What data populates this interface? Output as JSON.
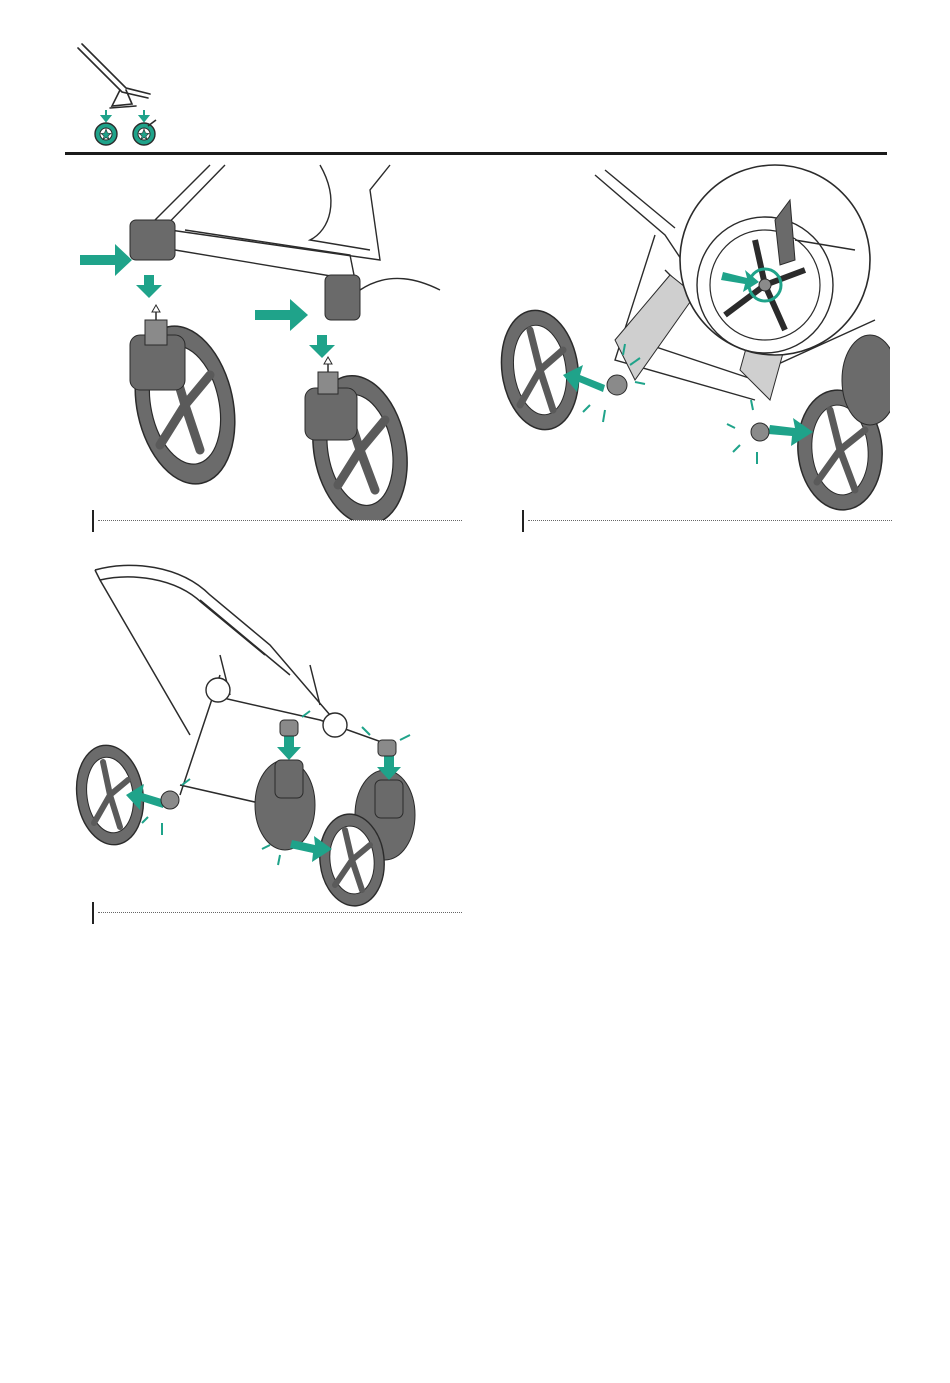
{
  "page": {
    "description_icons": [
      "frame-icon",
      "front-wheel-icon",
      "rear-wheel-icon"
    ],
    "colors": {
      "accent": "#1fa38a",
      "line": "#2b2b2b",
      "part_dark": "#5a5a5a",
      "part_mid": "#8a8a8a",
      "background": "#ffffff"
    },
    "steps": [
      {
        "illustration": "attach-front-swivel-wheels"
      },
      {
        "illustration": "attach-rear-wheels-detail"
      },
      {
        "illustration": "full-chassis-wheels-attached"
      }
    ]
  }
}
